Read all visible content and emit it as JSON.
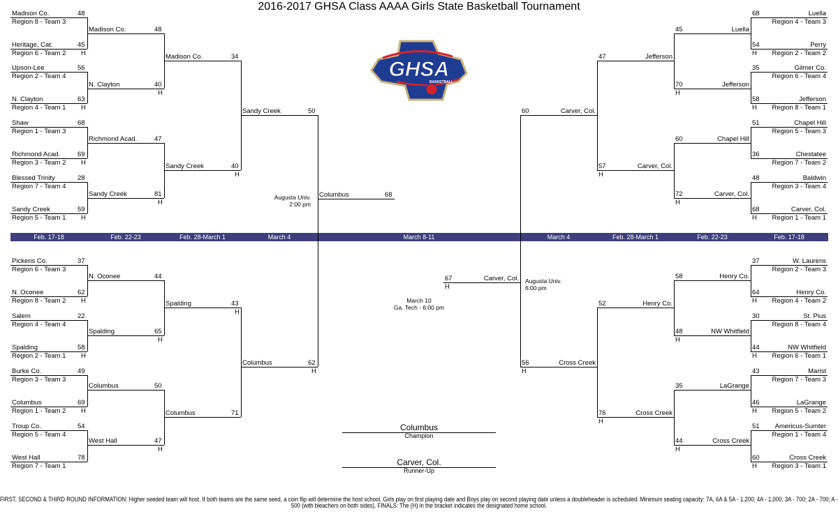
{
  "title": "2016-2017 GHSA Class AAAA Girls State Basketball Tournament",
  "logo": {
    "text": "GHSA",
    "subtext": "BASKETBALL",
    "colors": {
      "blue": "#1f3c93",
      "red": "#d8232a",
      "gold": "#c9b27a"
    }
  },
  "date_bar": {
    "color": "#3e3f7c",
    "labels": [
      "Feb. 17-18",
      "Feb. 22-23",
      "Feb. 28-March 1",
      "March 4",
      "March 8-11",
      "March 4",
      "Feb. 28-March 1",
      "Feb. 22-23",
      "Feb. 17-18"
    ]
  },
  "bracket": {
    "left_top": {
      "r1": [
        {
          "name": "Madison Co.",
          "score": "48",
          "region": "Region 8 - Team 3",
          "host": ""
        },
        {
          "name": "Heritage, Cat.",
          "score": "45",
          "region": "Region 6 - Team 2",
          "host": "H"
        },
        {
          "name": "Upson-Lee",
          "score": "56",
          "region": "Region 2 - Team 4",
          "host": ""
        },
        {
          "name": "N. Clayton",
          "score": "63",
          "region": "Region 4 - Team 1",
          "host": "H"
        },
        {
          "name": "Shaw",
          "score": "68",
          "region": "Region 1 - Team 3",
          "host": ""
        },
        {
          "name": "Richmond Acad.",
          "score": "69",
          "region": "Region 3 - Team 2",
          "host": "H"
        },
        {
          "name": "Blessed Trinity",
          "score": "28",
          "region": "Region 7 - Team 4",
          "host": ""
        },
        {
          "name": "Sandy Creek",
          "score": "59",
          "region": "Region 5 - Team 1",
          "host": "H"
        }
      ],
      "r2": [
        {
          "name": "Madison Co.",
          "score": "48",
          "host": ""
        },
        {
          "name": "N. Clayton",
          "score": "40",
          "host": "H"
        },
        {
          "name": "Richmond Acad.",
          "score": "47",
          "host": ""
        },
        {
          "name": "Sandy Creek",
          "score": "81",
          "host": "H"
        }
      ],
      "r3": [
        {
          "name": "Madison Co.",
          "score": "34",
          "host": ""
        },
        {
          "name": "Sandy Creek",
          "score": "40",
          "host": "H"
        }
      ],
      "r4": [
        {
          "name": "Sandy Creek",
          "score": "50",
          "host": ""
        }
      ]
    },
    "left_bottom": {
      "r1": [
        {
          "name": "Pickens Co.",
          "score": "37",
          "region": "Region 6 - Team 3",
          "host": ""
        },
        {
          "name": "N. Oconee",
          "score": "62",
          "region": "Region 8 - Team 2",
          "host": "H"
        },
        {
          "name": "Salem",
          "score": "22",
          "region": "Region 4 - Team 4",
          "host": ""
        },
        {
          "name": "Spalding",
          "score": "58",
          "region": "Region 2 - Team 1",
          "host": "H"
        },
        {
          "name": "Burke Co.",
          "score": "49",
          "region": "Region 3 - Team 3",
          "host": ""
        },
        {
          "name": "Columbus",
          "score": "69",
          "region": "Region 1 - Team 2",
          "host": "H"
        },
        {
          "name": "Troup Co.",
          "score": "54",
          "region": "Region 5 - Team 4",
          "host": ""
        },
        {
          "name": "West Hall",
          "score": "78",
          "region": "Region 7 - Team 1",
          "host": ""
        }
      ],
      "r2": [
        {
          "name": "N. Oconee",
          "score": "44",
          "host": ""
        },
        {
          "name": "Spalding",
          "score": "65",
          "host": "H"
        },
        {
          "name": "Columbus",
          "score": "50",
          "host": ""
        },
        {
          "name": "West Hall",
          "score": "47",
          "host": "H"
        }
      ],
      "r3": [
        {
          "name": "Spalding",
          "score": "43",
          "host": "H"
        },
        {
          "name": "Columbus",
          "score": "71",
          "host": ""
        }
      ],
      "r4": [
        {
          "name": "Columbus",
          "score": "62",
          "host": "H"
        }
      ]
    },
    "right_top": {
      "r1": [
        {
          "name": "Luella",
          "score": "68",
          "region": "Region 4 - Team 3",
          "host": ""
        },
        {
          "name": "Perry",
          "score": "54",
          "region": "Region 2 - Team 2",
          "host": "H"
        },
        {
          "name": "Gilmer Co.",
          "score": "35",
          "region": "Region 6 - Team 4",
          "host": ""
        },
        {
          "name": "Jefferson",
          "score": "58",
          "region": "Region 8 - Team 1",
          "host": "H"
        },
        {
          "name": "Chapel Hill",
          "score": "51",
          "region": "Region 5 - Team 3",
          "host": ""
        },
        {
          "name": "Chestatee",
          "score": "36",
          "region": "Region 7 - Team 2",
          "host": ""
        },
        {
          "name": "Baldwin",
          "score": "48",
          "region": "Region 3 - Team 4",
          "host": ""
        },
        {
          "name": "Carver, Col.",
          "score": "68",
          "region": "Region 1 - Team 1",
          "host": "H"
        }
      ],
      "r2": [
        {
          "name": "Luella",
          "score": "45",
          "host": ""
        },
        {
          "name": "Jefferson",
          "score": "70",
          "host": "H"
        },
        {
          "name": "Chapel Hill",
          "score": "60",
          "host": ""
        },
        {
          "name": "Carver, Col.",
          "score": "72",
          "host": "H"
        }
      ],
      "r3": [
        {
          "name": "Jefferson",
          "score": "47",
          "host": ""
        },
        {
          "name": "Carver, Col.",
          "score": "57",
          "host": "H"
        }
      ],
      "r4": [
        {
          "name": "Carver, Col.",
          "score": "60",
          "host": ""
        }
      ]
    },
    "right_bottom": {
      "r1": [
        {
          "name": "W. Laurens",
          "score": "37",
          "region": "Region 2 - Team 3",
          "host": ""
        },
        {
          "name": "Henry Co.",
          "score": "64",
          "region": "Region 4 - Team 2",
          "host": "H"
        },
        {
          "name": "St. Pius",
          "score": "30",
          "region": "Region 8 - Team 4",
          "host": ""
        },
        {
          "name": "NW Whitfield",
          "score": "44",
          "region": "Region 6 - Team 1",
          "host": "H"
        },
        {
          "name": "Marist",
          "score": "43",
          "region": "Region 7 - Team 3",
          "host": ""
        },
        {
          "name": "LaGrange",
          "score": "46",
          "region": "Region 5 - Team 2",
          "host": "H"
        },
        {
          "name": "Americus-Sumter",
          "score": "51",
          "region": "Region 1 - Team 4",
          "host": ""
        },
        {
          "name": "Cross Creek",
          "score": "60",
          "region": "Region 3 - Team 1",
          "host": "H"
        }
      ],
      "r2": [
        {
          "name": "Henry Co.",
          "score": "58",
          "host": ""
        },
        {
          "name": "NW Whitfield",
          "score": "48",
          "host": "H"
        },
        {
          "name": "LaGrange",
          "score": "35",
          "host": ""
        },
        {
          "name": "Cross Creek",
          "score": "44",
          "host": "H"
        }
      ],
      "r3": [
        {
          "name": "Henry Co.",
          "score": "52",
          "host": ""
        },
        {
          "name": "Cross Creek",
          "score": "76",
          "host": "H"
        }
      ],
      "r4": [
        {
          "name": "Cross Creek",
          "score": "56",
          "host": "H"
        }
      ]
    },
    "semifinal_left": {
      "name": "Columbus",
      "score": "68",
      "host": ""
    },
    "semifinal_right": {
      "name": "Carver, Col.",
      "score": "67",
      "host": "H"
    }
  },
  "venues": {
    "left_semi": {
      "line1": "Augusta Univ.",
      "line2": "2:00 pm"
    },
    "right_semi": {
      "line1": "Augusta Univ.",
      "line2": "6:00 pm"
    },
    "final": {
      "line1": "March 10",
      "line2": "Ga. Tech - 6:00 pm"
    }
  },
  "results": {
    "champion": {
      "name": "Columbus",
      "label": "Champion"
    },
    "runner_up": {
      "name": "Carver, Col.",
      "label": "Runner-Up"
    }
  },
  "footer": "FIRST, SECOND & THIRD ROUND INFORMATION:  Higher seeded team will host. If both teams are the same seed, a coin flip will determine the host school. Girls play on first playing date and Boys play on second playing date unless a doubleheader is scheduled. Minimum seating capacity: 7A, 6A & 5A - 1,200; 4A - 1,000; 3A - 700; 2A - 700; A - 500 (with bleachers on both sides). FINALS: The (H) in the bracket indicates the designated home school."
}
